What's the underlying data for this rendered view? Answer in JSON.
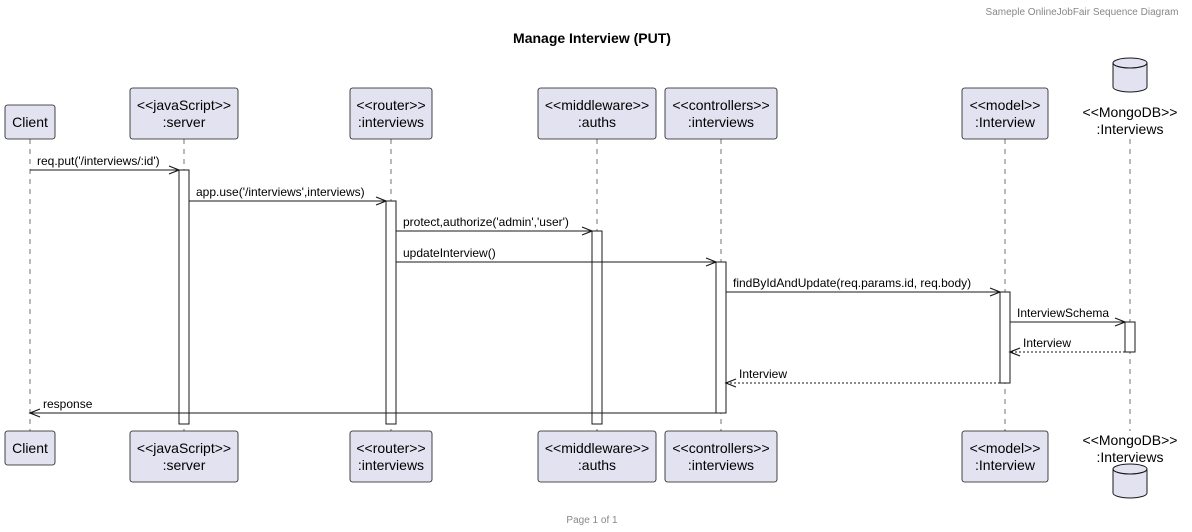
{
  "header": {
    "caption": "Sameple OnlineJobFair Sequence Diagram",
    "title": "Manage Interview (PUT)",
    "footer": "Page 1 of 1"
  },
  "colors": {
    "participant_fill": "#E2E2F0",
    "stroke": "#181818"
  },
  "participants": [
    {
      "id": "client",
      "kind": "actor-box",
      "lines": [
        "Client"
      ]
    },
    {
      "id": "server",
      "kind": "box",
      "lines": [
        "<<javaScript>>",
        ":server"
      ]
    },
    {
      "id": "router",
      "kind": "box",
      "lines": [
        "<<router>>",
        ":interviews"
      ]
    },
    {
      "id": "middleware",
      "kind": "box",
      "lines": [
        "<<middleware>>",
        ":auths"
      ]
    },
    {
      "id": "controllers",
      "kind": "box",
      "lines": [
        "<<controllers>>",
        ":interviews"
      ]
    },
    {
      "id": "model",
      "kind": "box",
      "lines": [
        "<<model>>",
        ":Interview"
      ]
    },
    {
      "id": "mongodb",
      "kind": "database",
      "lines": [
        "<<MongoDB>>",
        ":Interviews"
      ]
    }
  ],
  "messages": [
    {
      "from": "client",
      "to": "server",
      "label": "req.put('/interviews/:id')",
      "type": "sync"
    },
    {
      "from": "server",
      "to": "router",
      "label": "app.use('/interviews',interviews)",
      "type": "sync"
    },
    {
      "from": "router",
      "to": "middleware",
      "label": "protect,authorize('admin','user')",
      "type": "sync"
    },
    {
      "from": "router",
      "to": "controllers",
      "label": "updateInterview()",
      "type": "sync"
    },
    {
      "from": "controllers",
      "to": "model",
      "label": "findByIdAndUpdate(req.params.id, req.body)",
      "type": "sync"
    },
    {
      "from": "model",
      "to": "mongodb",
      "label": "InterviewSchema",
      "type": "sync"
    },
    {
      "from": "mongodb",
      "to": "model",
      "label": "Interview",
      "type": "return"
    },
    {
      "from": "model",
      "to": "controllers",
      "label": "Interview",
      "type": "return"
    },
    {
      "from": "controllers",
      "to": "client",
      "label": "response",
      "type": "sync"
    }
  ]
}
